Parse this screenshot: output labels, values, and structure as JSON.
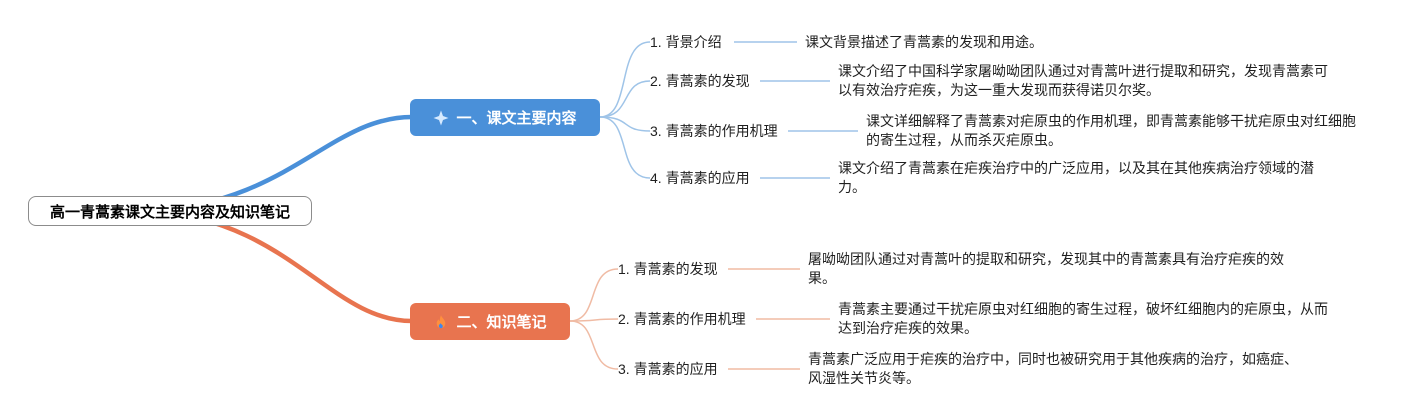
{
  "root": {
    "label": "高一青蒿素课文主要内容及知识笔记"
  },
  "colors": {
    "blue": "#4a90d9",
    "blueLight": "#9fc4e8",
    "orange": "#e8744f",
    "orangeLight": "#f0bba4",
    "rootBorder": "#8c8c8c",
    "text": "#1f1f1f"
  },
  "branches": [
    {
      "label": "一、课文主要内容",
      "icon": "sparkle-icon",
      "children": [
        {
          "label": "1. 背景介绍",
          "desc": "课文背景描述了青蒿素的发现和用途。"
        },
        {
          "label": "2. 青蒿素的发现",
          "desc": "课文介绍了中国科学家屠呦呦团队通过对青蒿叶进行提取和研究，发现青蒿素可以有效治疗疟疾，为这一重大发现而获得诺贝尔奖。"
        },
        {
          "label": "3. 青蒿素的作用机理",
          "desc": "课文详细解释了青蒿素对疟原虫的作用机理，即青蒿素能够干扰疟原虫对红细胞的寄生过程，从而杀灭疟原虫。"
        },
        {
          "label": "4. 青蒿素的应用",
          "desc": "课文介绍了青蒿素在疟疾治疗中的广泛应用，以及其在其他疾病治疗领域的潜力。"
        }
      ]
    },
    {
      "label": "二、知识笔记",
      "icon": "flame-icon",
      "children": [
        {
          "label": "1. 青蒿素的发现",
          "desc": "屠呦呦团队通过对青蒿叶的提取和研究，发现其中的青蒿素具有治疗疟疾的效果。"
        },
        {
          "label": "2. 青蒿素的作用机理",
          "desc": "青蒿素主要通过干扰疟原虫对红细胞的寄生过程，破坏红细胞内的疟原虫，从而达到治疗疟疾的效果。"
        },
        {
          "label": "3. 青蒿素的应用",
          "desc": "青蒿素广泛应用于疟疾的治疗中，同时也被研究用于其他疾病的治疗，如癌症、风湿性关节炎等。"
        }
      ]
    }
  ]
}
